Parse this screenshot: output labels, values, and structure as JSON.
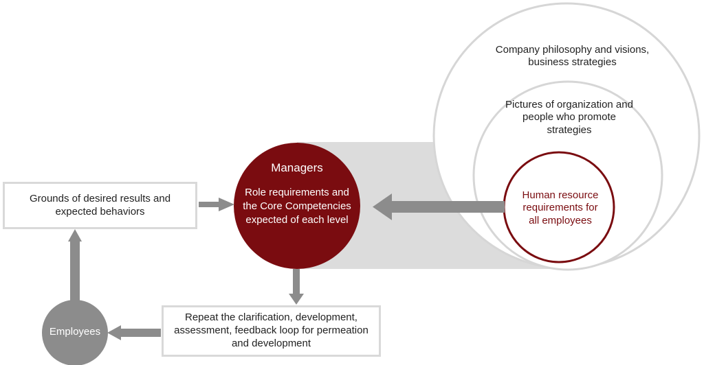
{
  "circles": {
    "outer": "Company philosophy and visions, business strategies",
    "middle": "Pictures of organization and people who promote strategies",
    "inner": "Human resource requirements for all employees"
  },
  "managers": {
    "title": "Managers",
    "body": "Role requirements and the Core Competencies expected of each level"
  },
  "grounds_box": "Grounds of desired results and expected behaviors",
  "repeat_box": "Repeat the clarification, development, assessment, feedback loop for permeation and development",
  "employees": "Employees",
  "colors": {
    "dark_red": "#7a0c10",
    "gray": "#8c8c8c",
    "light_gray": "#d9d9d9",
    "ring_gray": "#dcdcdc"
  }
}
